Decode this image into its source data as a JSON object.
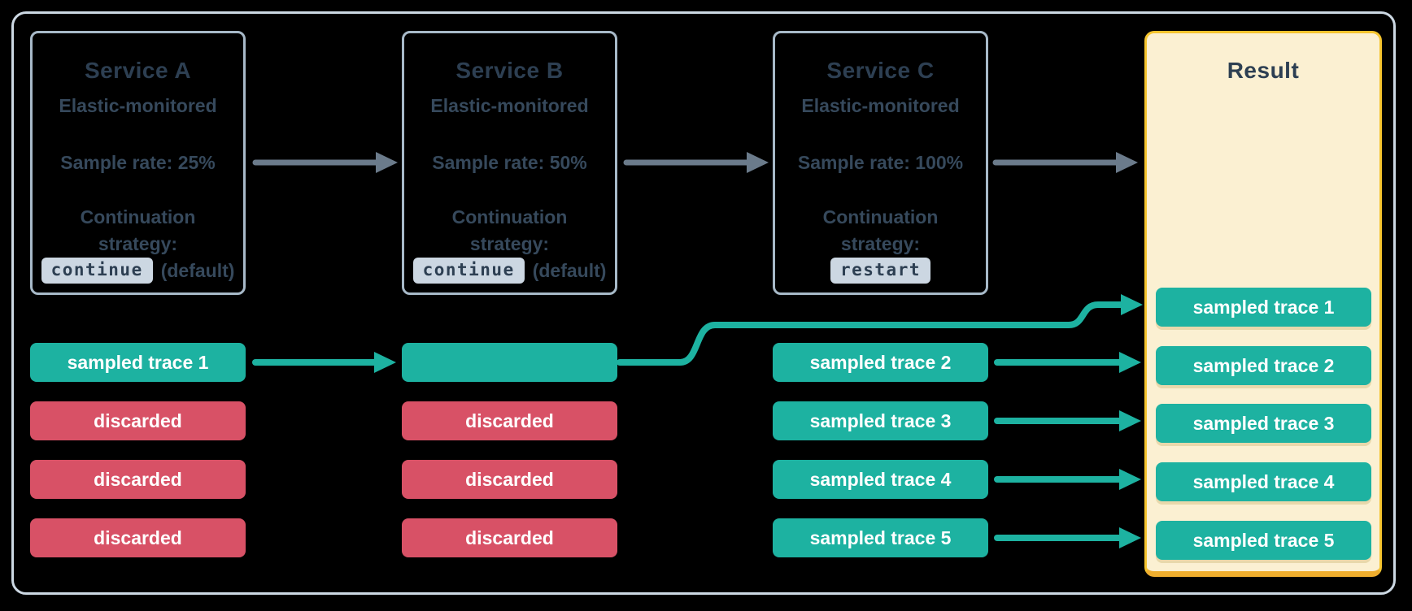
{
  "services": [
    {
      "title": "Service A",
      "monitoring": "Elastic-monitored",
      "sample_rate": "Sample rate: 25%",
      "continuation_line1": "Continuation",
      "continuation_line2": "strategy:",
      "strategy_value": "continue",
      "strategy_note": "(default)"
    },
    {
      "title": "Service B",
      "monitoring": "Elastic-monitored",
      "sample_rate": "Sample rate: 50%",
      "continuation_line1": "Continuation",
      "continuation_line2": "strategy:",
      "strategy_value": "continue",
      "strategy_note": "(default)"
    },
    {
      "title": "Service C",
      "monitoring": "Elastic-monitored",
      "sample_rate": "Sample rate: 100%",
      "continuation_line1": "Continuation",
      "continuation_line2": "strategy:",
      "strategy_value": "restart",
      "strategy_note": ""
    }
  ],
  "trace_columns": {
    "service_a": [
      "sampled trace 1",
      "discarded",
      "discarded",
      "discarded"
    ],
    "service_b": [
      "",
      "discarded",
      "discarded",
      "discarded"
    ],
    "service_c": [
      "sampled trace 2",
      "sampled trace 3",
      "sampled trace 4",
      "sampled trace 5"
    ]
  },
  "result": {
    "title": "Result",
    "pills": [
      "sampled trace 1",
      "sampled trace 2",
      "sampled trace 3",
      "sampled trace 4",
      "sampled trace 5"
    ]
  },
  "colors": {
    "sampled_pill": "#1db2a1",
    "discarded_pill": "#d85166",
    "teal_arrow": "#1db2a1",
    "gray_arrow": "#6b7b8b",
    "service_border": "#a7b9c8",
    "outer_border": "#ccd8e3",
    "title_text": "#2d3f52",
    "body_text": "#36495c",
    "code_pill_bg": "#ccd7e2",
    "result_bg": "#fbf0d2",
    "result_border": "#f5c42e",
    "background": "#000000"
  }
}
